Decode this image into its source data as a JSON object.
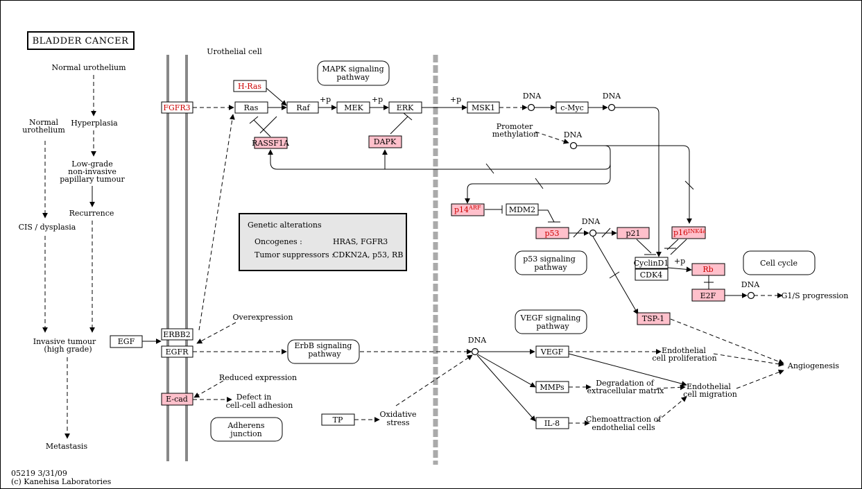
{
  "title": "BLADDER CANCER",
  "footer": {
    "id_date": "05219 3/31/09",
    "copyright": "(c) Kanehisa Laboratories"
  },
  "colors": {
    "gene_highlight_fill": "#ffc0cb",
    "gene_highlight_text": "#cc0000",
    "membrane": "#888888"
  },
  "progression": {
    "normal_urothelium_top": "Normal urothelium",
    "normal_urothelium_side": [
      "Normal",
      "urothelium"
    ],
    "hyperplasia": "Hyperplasia",
    "low_grade": [
      "Low-grade",
      "non-invasive",
      "papillary tumour"
    ],
    "recurrence": "Recurrence",
    "cis": "CIS / dysplasia",
    "invasive": [
      "Invasive tumour",
      "(high grade)"
    ],
    "metastasis": "Metastasis"
  },
  "labels": {
    "urothelial_cell": "Urothelial cell",
    "overexpression": "Overexpression",
    "reduced_expression": "Reduced expression",
    "defect_adhesion": [
      "Defect in",
      "cell-cell adhesion"
    ],
    "promoter_methylation": [
      "Promoter",
      "methylation"
    ],
    "oxidative_stress": [
      "Oxidative",
      "stress"
    ],
    "dna": "DNA",
    "phos": "+p",
    "g1s": "G1/S progression",
    "angiogenesis": "Angiogenesis",
    "endo_prolif": [
      "Endothelial",
      "cell proliferation"
    ],
    "endo_migration": [
      "Endothelial",
      "cell migration"
    ],
    "degradation": [
      "Degradation of",
      "extracellular matrix"
    ],
    "chemoattraction": [
      "Chemoattraction of",
      "endothelial cells"
    ]
  },
  "genes": {
    "fgfr3": "FGFR3",
    "hras": "H-Ras",
    "ras": "Ras",
    "raf": "Raf",
    "mek": "MEK",
    "erk": "ERK",
    "rassf1a": "RASSF1A",
    "dapk": "DAPK",
    "msk1": "MSK1",
    "cmyc": "c-Myc",
    "p14_base": "p14",
    "p14_sup": "ARF",
    "mdm2": "MDM2",
    "p53": "p53",
    "p21": "p21",
    "p16_base": "p16",
    "p16_sup": "INK4a",
    "cyclind1": "CyclinD1",
    "cdk4": "CDK4",
    "rb": "Rb",
    "e2f": "E2F",
    "tsp1": "TSP-1",
    "egf": "EGF",
    "erbb2": "ERBB2",
    "egfr": "EGFR",
    "ecad": "E-cad",
    "tp": "TP",
    "vegf": "VEGF",
    "mmps": "MMPs",
    "il8": "IL-8"
  },
  "pathways": {
    "mapk": [
      "MAPK signaling",
      "pathway"
    ],
    "p53": [
      "p53 signaling",
      "pathway"
    ],
    "cell_cycle": "Cell cycle",
    "vegf": [
      "VEGF signaling",
      "pathway"
    ],
    "erbb": [
      "ErbB signaling",
      "pathway"
    ],
    "adherens": [
      "Adherens",
      "junction"
    ]
  },
  "legend": {
    "title": "Genetic alterations",
    "oncogenes_label": "Oncogenes :",
    "oncogenes_value": "HRAS, FGFR3",
    "suppressors_label": "Tumor suppressors :",
    "suppressors_value": "CDKN2A, p53, RB"
  }
}
